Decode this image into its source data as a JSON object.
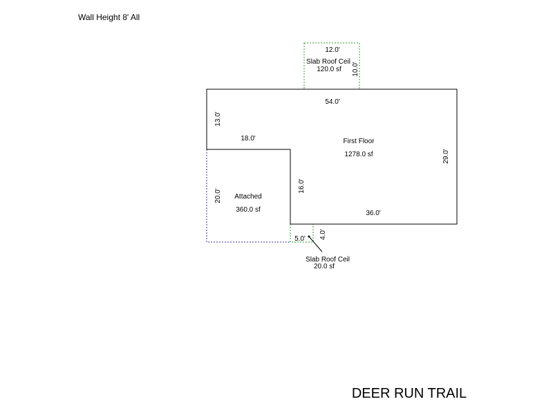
{
  "header": {
    "note": "Wall Height 8' All"
  },
  "colors": {
    "outline": "#000000",
    "attached_outline": "#3030a0",
    "slab_outline": "#2e9a2e"
  },
  "areas": {
    "first_floor": {
      "name": "First Floor",
      "area": "1278.0 sf"
    },
    "attached": {
      "name": "Attached",
      "area": "360.0 sf"
    },
    "slab_top": {
      "name": "Slab Roof Ceil",
      "area": "120.0 sf"
    },
    "slab_bottom": {
      "name": "Slab Roof Ceil",
      "area": "20.0 sf"
    }
  },
  "dimensions": {
    "slab_top_width": "12.0'",
    "slab_top_depth": "10.0'",
    "main_top": "54.0'",
    "main_left": "13.0'",
    "main_step": "18.0'",
    "main_right": "29.0'",
    "attached_left": "20.0'",
    "inner_wall": "16.0'",
    "main_bottom": "36.0'",
    "slab_bottom_width": "5.0'",
    "slab_bottom_depth": "4.0'"
  },
  "footer": {
    "title": "DEER RUN TRAIL"
  }
}
